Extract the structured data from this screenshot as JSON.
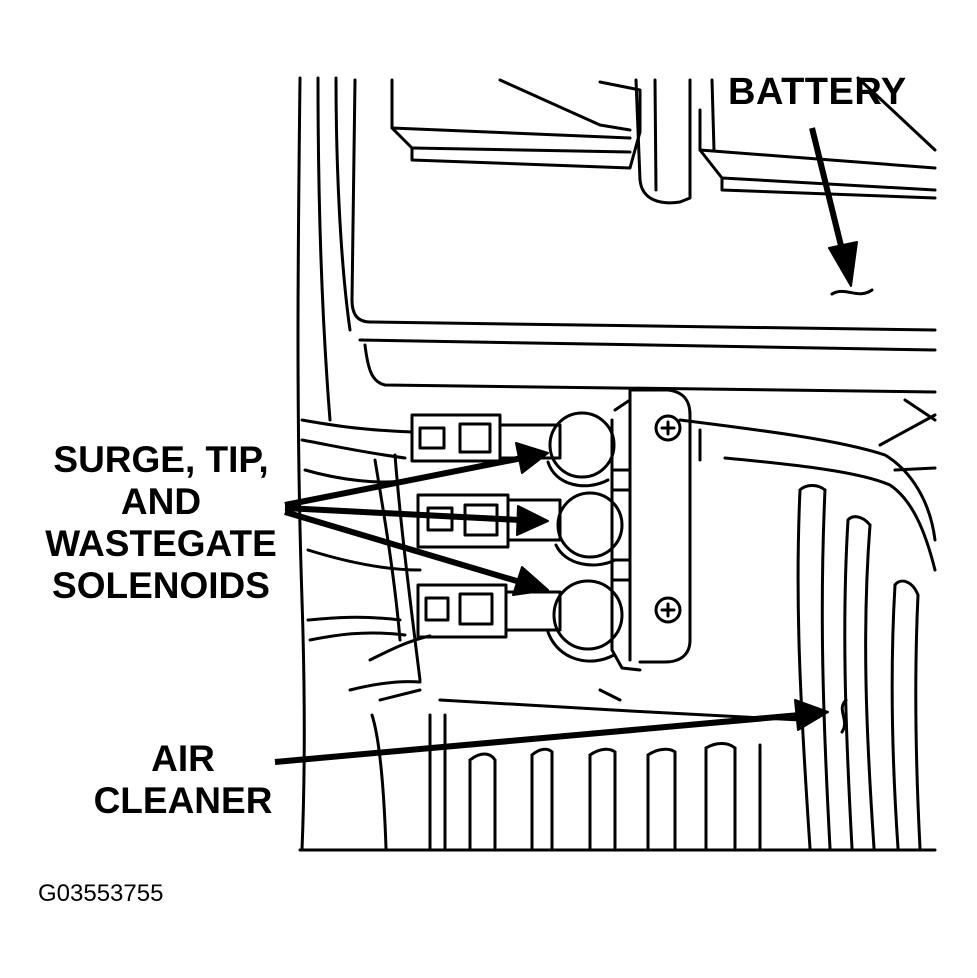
{
  "labels": {
    "battery": "BATTERY",
    "solenoids": [
      "SURGE, TIP,",
      "AND",
      "WASTEGATE",
      "SOLENOIDS"
    ],
    "air_cleaner": [
      "AIR",
      "CLEANER"
    ]
  },
  "figure_id": "G03553755",
  "colors": {
    "ink": "#000000",
    "paper": "#ffffff"
  }
}
